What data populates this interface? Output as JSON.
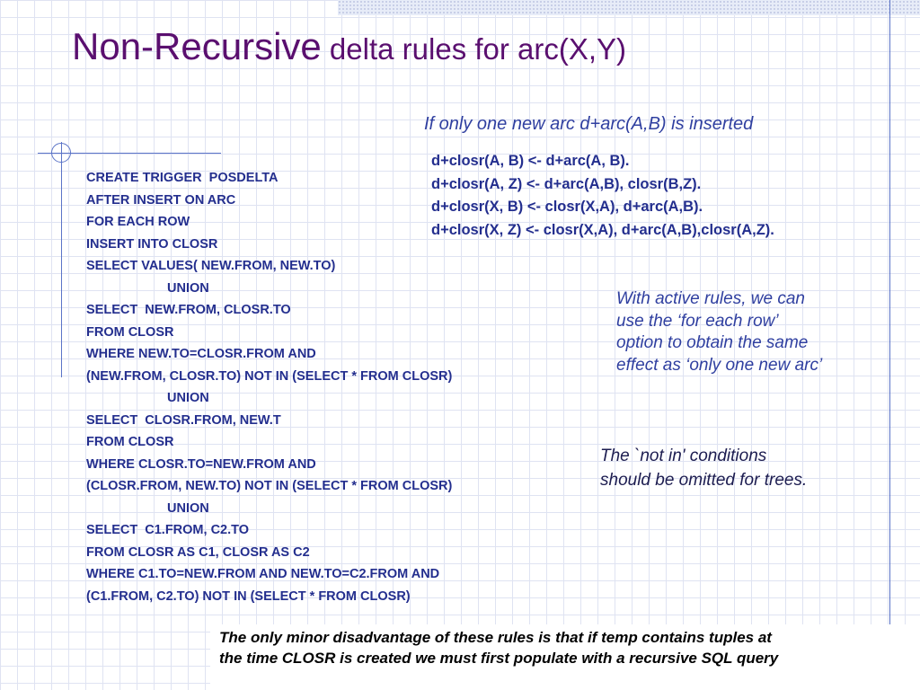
{
  "title": {
    "main": "Non-Recursive",
    "rest": " delta rules for arc(X,Y)"
  },
  "subtitle": "If only one new  arc d+arc(A,B) is inserted",
  "delta_rules": [
    "d+closr(A, B) <- d+arc(A, B).",
    "d+closr(A, Z) <- d+arc(A,B), closr(B,Z).",
    "d+closr(X, B) <- closr(X,A), d+arc(A,B).",
    "d+closr(X, Z) <- closr(X,A), d+arc(A,B),closr(A,Z)."
  ],
  "sql_lines": [
    "CREATE TRIGGER  POSDELTA",
    "AFTER INSERT ON ARC",
    "FOR EACH ROW",
    "INSERT INTO CLOSR",
    "SELECT VALUES( NEW.FROM, NEW.TO)",
    "UNION",
    "SELECT  NEW.FROM, CLOSR.TO",
    "FROM CLOSR",
    "WHERE NEW.TO=CLOSR.FROM AND",
    "(NEW.FROM, CLOSR.TO) NOT IN (SELECT * FROM CLOSR)",
    "UNION",
    "SELECT  CLOSR.FROM, NEW.T",
    "FROM CLOSR",
    "WHERE CLOSR.TO=NEW.FROM AND",
    "(CLOSR.FROM, NEW.TO) NOT IN (SELECT * FROM CLOSR)",
    "UNION",
    "SELECT  C1.FROM, C2.TO",
    "FROM CLOSR AS C1, CLOSR AS C2",
    "WHERE C1.TO=NEW.FROM AND NEW.TO=C2.FROM AND",
    "(C1.FROM, C2.TO) NOT IN (SELECT * FROM CLOSR)"
  ],
  "note_active_rules": [
    "With active rules, we can",
    "use the  ‘for each row’",
    "option to obtain the same",
    "effect as ‘only one new arc’"
  ],
  "note_trees": [
    "The  `not in' conditions",
    "should be omitted for trees."
  ],
  "footer": [
    "The only minor disadvantage of these rules is that if temp contains tuples at",
    "the time CLOSR is created we must first populate with a recursive SQL query"
  ],
  "colors": {
    "title": "#5a0f6f",
    "text_blue": "#232e8e",
    "accent_line": "#5b74c7"
  }
}
